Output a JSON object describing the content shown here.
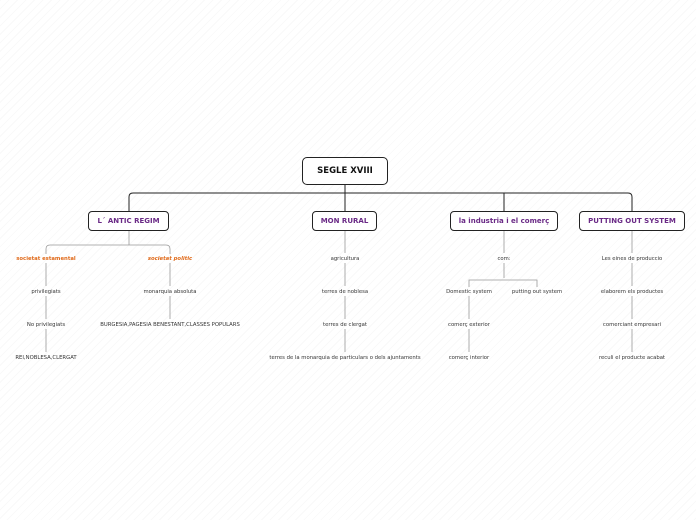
{
  "root": {
    "label": "SEGLE XVIII"
  },
  "branches": [
    {
      "label": "L´ ANTIC REGIM",
      "children": [
        {
          "label": "societat estamental",
          "items": [
            "privilegiats",
            "No privilegiats",
            "REI,NOBLESA,CLERGAT"
          ]
        },
        {
          "label": "societat politic",
          "items": [
            "monarquia absoluta",
            "BURGESIA,PAGESIA BENESTANT,CLASSES POPULARS"
          ]
        }
      ]
    },
    {
      "label": "MON RURAL",
      "items": [
        "agricultura",
        "terres de noblesa",
        "terres de clergat",
        "terres de la monarquia de particulars o dels ajuntaments"
      ]
    },
    {
      "label": "la industria i el comerç",
      "items": [
        "com:"
      ],
      "children": [
        {
          "label": "Domestic system",
          "items": [
            "comerç exterior",
            "comerç interior"
          ]
        },
        {
          "label": "putting out system",
          "items": []
        }
      ]
    },
    {
      "label": "PUTTING OUT SYSTEM",
      "items": [
        "Les eines de produccio",
        "elaborem els productes",
        "comerciant empresari",
        "reculi el producte acabat"
      ]
    }
  ],
  "colors": {
    "branch_text": "#6a2a86",
    "emphasis": "#e06a1a",
    "line": "#222222",
    "subline": "#999999"
  }
}
